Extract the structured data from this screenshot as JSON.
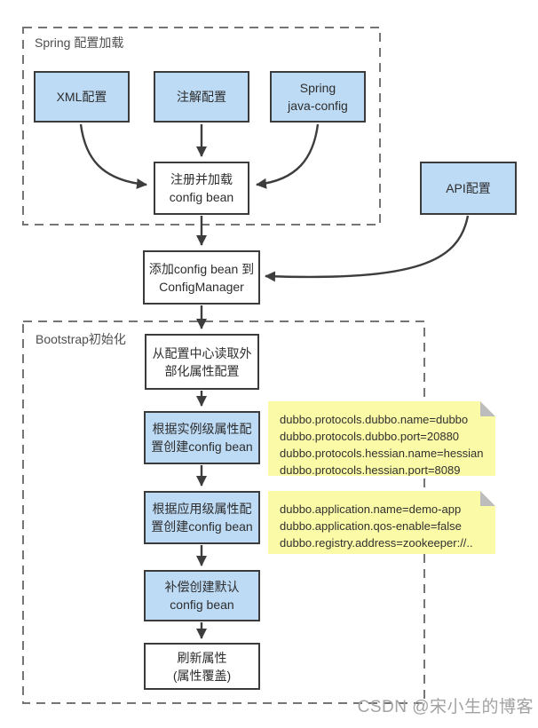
{
  "page": {
    "background": "#ffffff",
    "watermark": "CSDN @宋小生的博客"
  },
  "colors": {
    "node_blue": "#bedbf5",
    "node_border": "#3b3b3b",
    "node_text": "#2d2d2d",
    "note_yellow": "#fbfaa6",
    "note_fold": "#bdbdbd",
    "arrow": "#3d3d3d",
    "dashed_border": "#757575",
    "group_label": "#4e4e4e",
    "watermark_gray": "#a2a2a2"
  },
  "groups": [
    {
      "label": "Spring 配置加载"
    },
    {
      "label": "Bootstrap初始化"
    }
  ],
  "nodes": {
    "xml": {
      "label": "XML配置",
      "type": "blue"
    },
    "annotation": {
      "label": "注解配置",
      "type": "blue"
    },
    "spring_java": {
      "label": "Spring\njava-config",
      "type": "blue"
    },
    "api": {
      "label": "API配置",
      "type": "blue"
    },
    "register": {
      "label": "注册并加载\nconfig bean",
      "type": "white"
    },
    "add_to_manager": {
      "label": "添加config bean 到\nConfigManager",
      "type": "white"
    },
    "read_external": {
      "label": "从配置中心读取外\n部化属性配置",
      "type": "white"
    },
    "instance_level": {
      "label": "根据实例级属性配\n置创建config bean",
      "type": "blue"
    },
    "app_level": {
      "label": "根据应用级属性配\n置创建config bean",
      "type": "blue"
    },
    "compensate": {
      "label": "补偿创建默认\nconfig bean",
      "type": "blue"
    },
    "refresh": {
      "label": "刷新属性\n(属性覆盖)",
      "type": "white"
    }
  },
  "notes": [
    {
      "lines": [
        "dubbo.protocols.dubbo.name=dubbo",
        "dubbo.protocols.dubbo.port=20880",
        "dubbo.protocols.hessian.name=hessian",
        "dubbo.protocols.hessian.port=8089"
      ]
    },
    {
      "lines": [
        "dubbo.application.name=demo-app",
        "dubbo.application.qos-enable=false",
        "dubbo.registry.address=zookeeper://.."
      ]
    }
  ]
}
